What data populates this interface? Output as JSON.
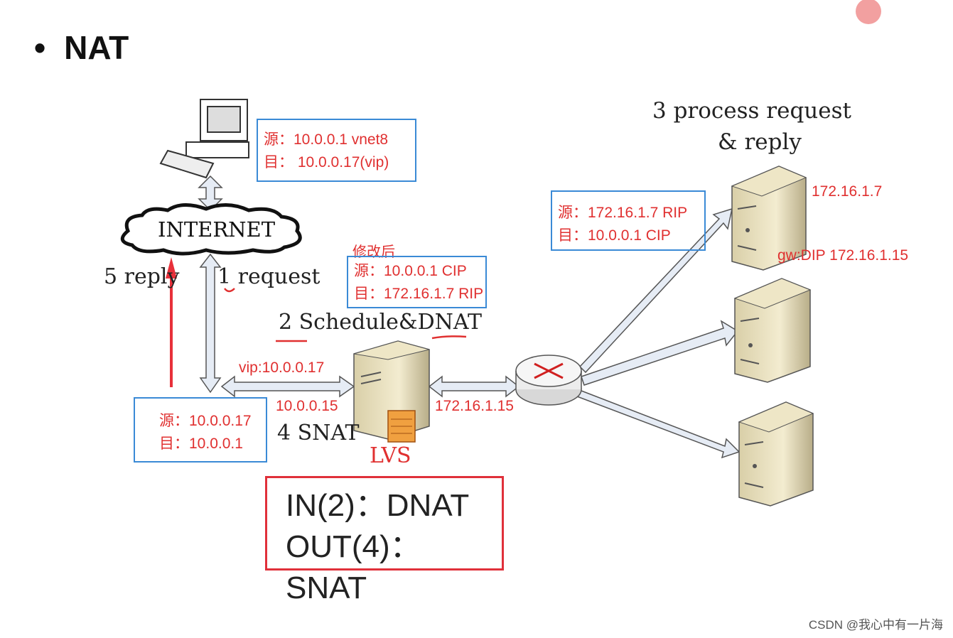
{
  "title": {
    "bullet": "•",
    "text": "NAT"
  },
  "labels": {
    "process_request": "3 process request",
    "and_reply": "& reply",
    "internet": "INTERNET",
    "reply": "5 reply",
    "request": "1 request",
    "schedule": "2 Schedule&DNAT",
    "snat": "4 SNAT",
    "lvs": "LVS",
    "modified": "修改后",
    "vip": "vip:10.0.0.17",
    "lvs_ip": "10.0.0.15",
    "dip": "172.16.1.15",
    "rs_ip": "172.16.1.7",
    "gw": "gw:DIP 172.16.1.15"
  },
  "boxes": {
    "client": {
      "src": "源：10.0.0.1 vnet8",
      "dst": "目：  10.0.0.17(vip)"
    },
    "after_dnat": {
      "src": "源：10.0.0.1 CIP",
      "dst": "目：172.16.1.7 RIP"
    },
    "rs_reply": {
      "src": "源：172.16.1.7  RIP",
      "dst": "目：10.0.0.1 CIP"
    },
    "reply_client": {
      "src": "源：10.0.0.17",
      "dst": "目：10.0.0.1"
    }
  },
  "summary": {
    "in": "IN(2)：DNAT",
    "out": "OUT(4)：SNAT"
  },
  "watermark": "CSDN @我心中有一片海",
  "colors": {
    "annotation": "#e03030",
    "box_border": "#3a8ad6",
    "arrow_fill": "#e6ecf5"
  }
}
